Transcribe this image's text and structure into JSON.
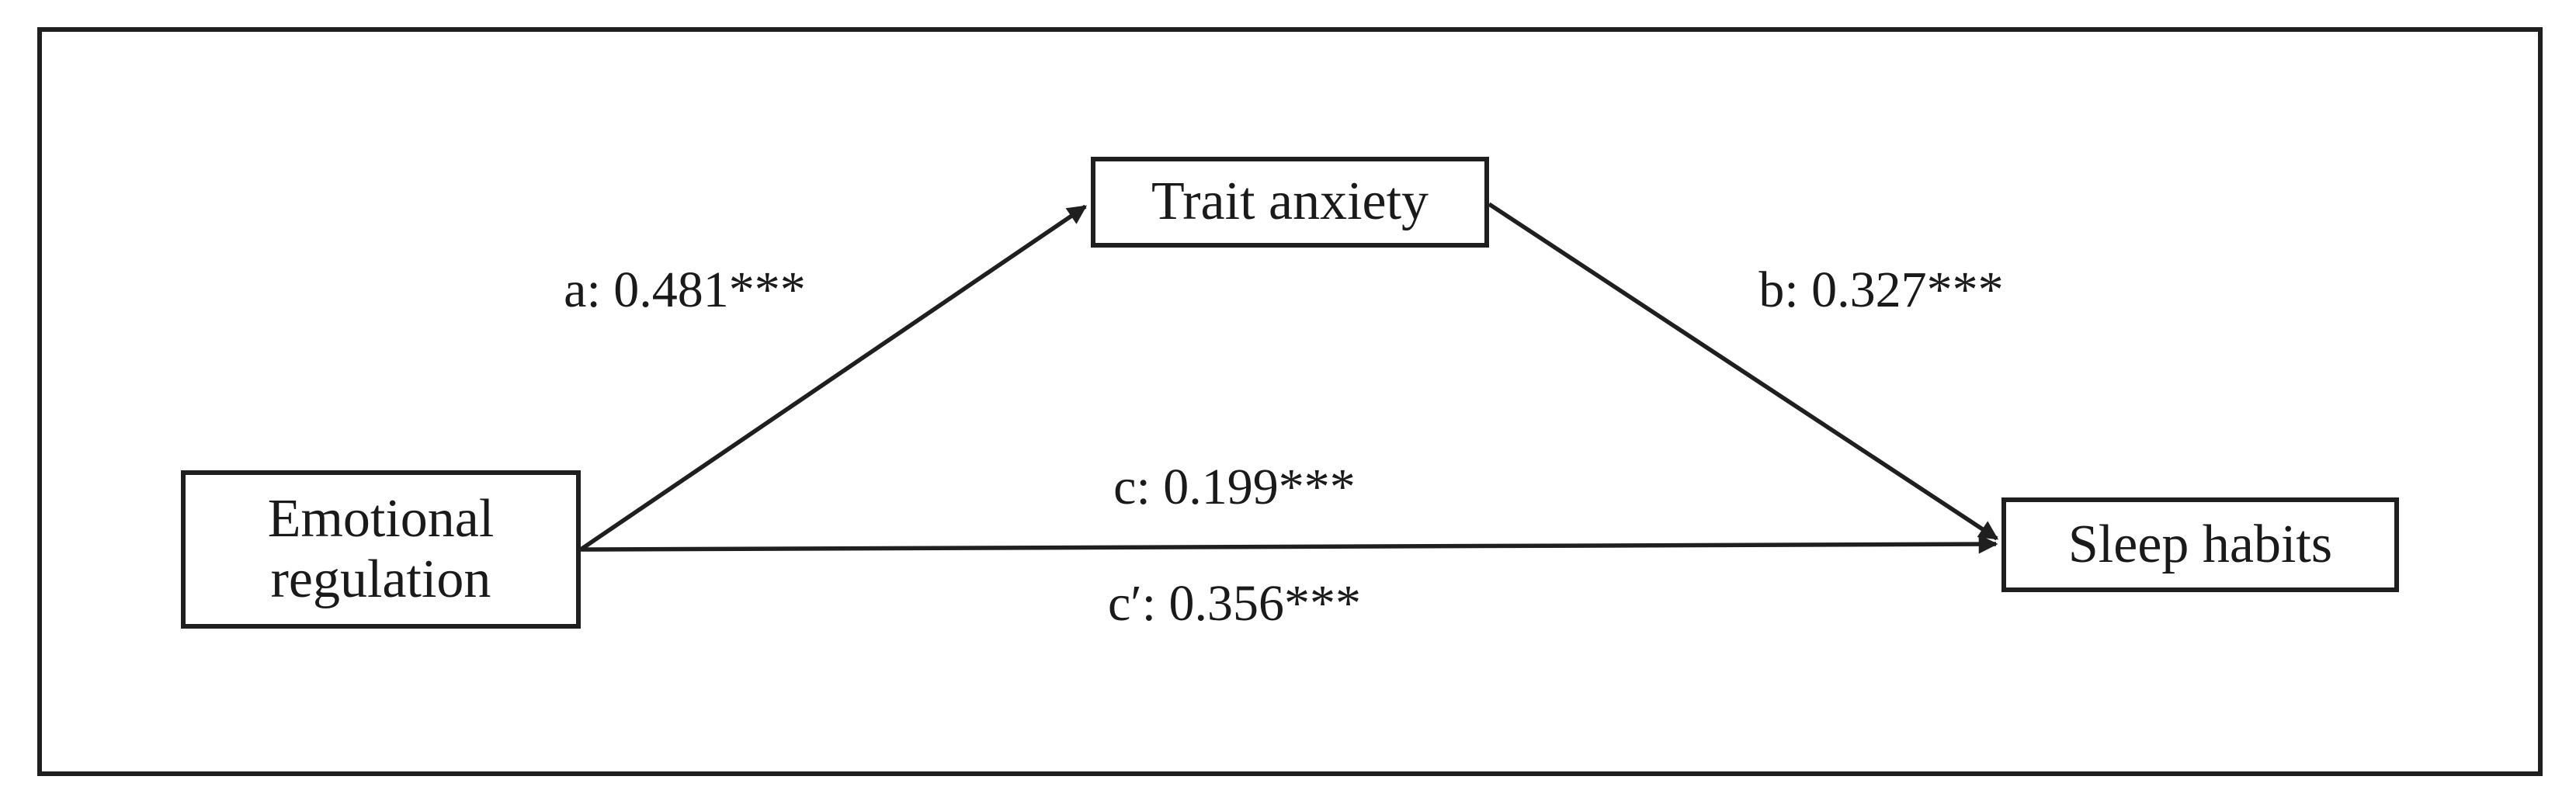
{
  "diagram": {
    "type": "mediation-path-model",
    "nodes": {
      "predictor": {
        "label": "Emotional regulation"
      },
      "mediator": {
        "label": "Trait anxiety"
      },
      "outcome": {
        "label": "Sleep habits"
      }
    },
    "paths": {
      "a": {
        "label": "a: 0.481***",
        "from": "Emotional regulation",
        "to": "Trait anxiety"
      },
      "b": {
        "label": "b: 0.327***",
        "from": "Trait anxiety",
        "to": "Sleep habits"
      },
      "c": {
        "label": "c: 0.199***",
        "from": "Emotional regulation",
        "to": "Sleep habits"
      },
      "c_prime": {
        "label": "c′: 0.356***",
        "from": "Emotional regulation",
        "to": "Sleep habits"
      }
    },
    "colors": {
      "line": "#1f1f1f",
      "box_border": "#1f1f1f",
      "text": "#1a1a1a",
      "background": "#ffffff"
    }
  }
}
